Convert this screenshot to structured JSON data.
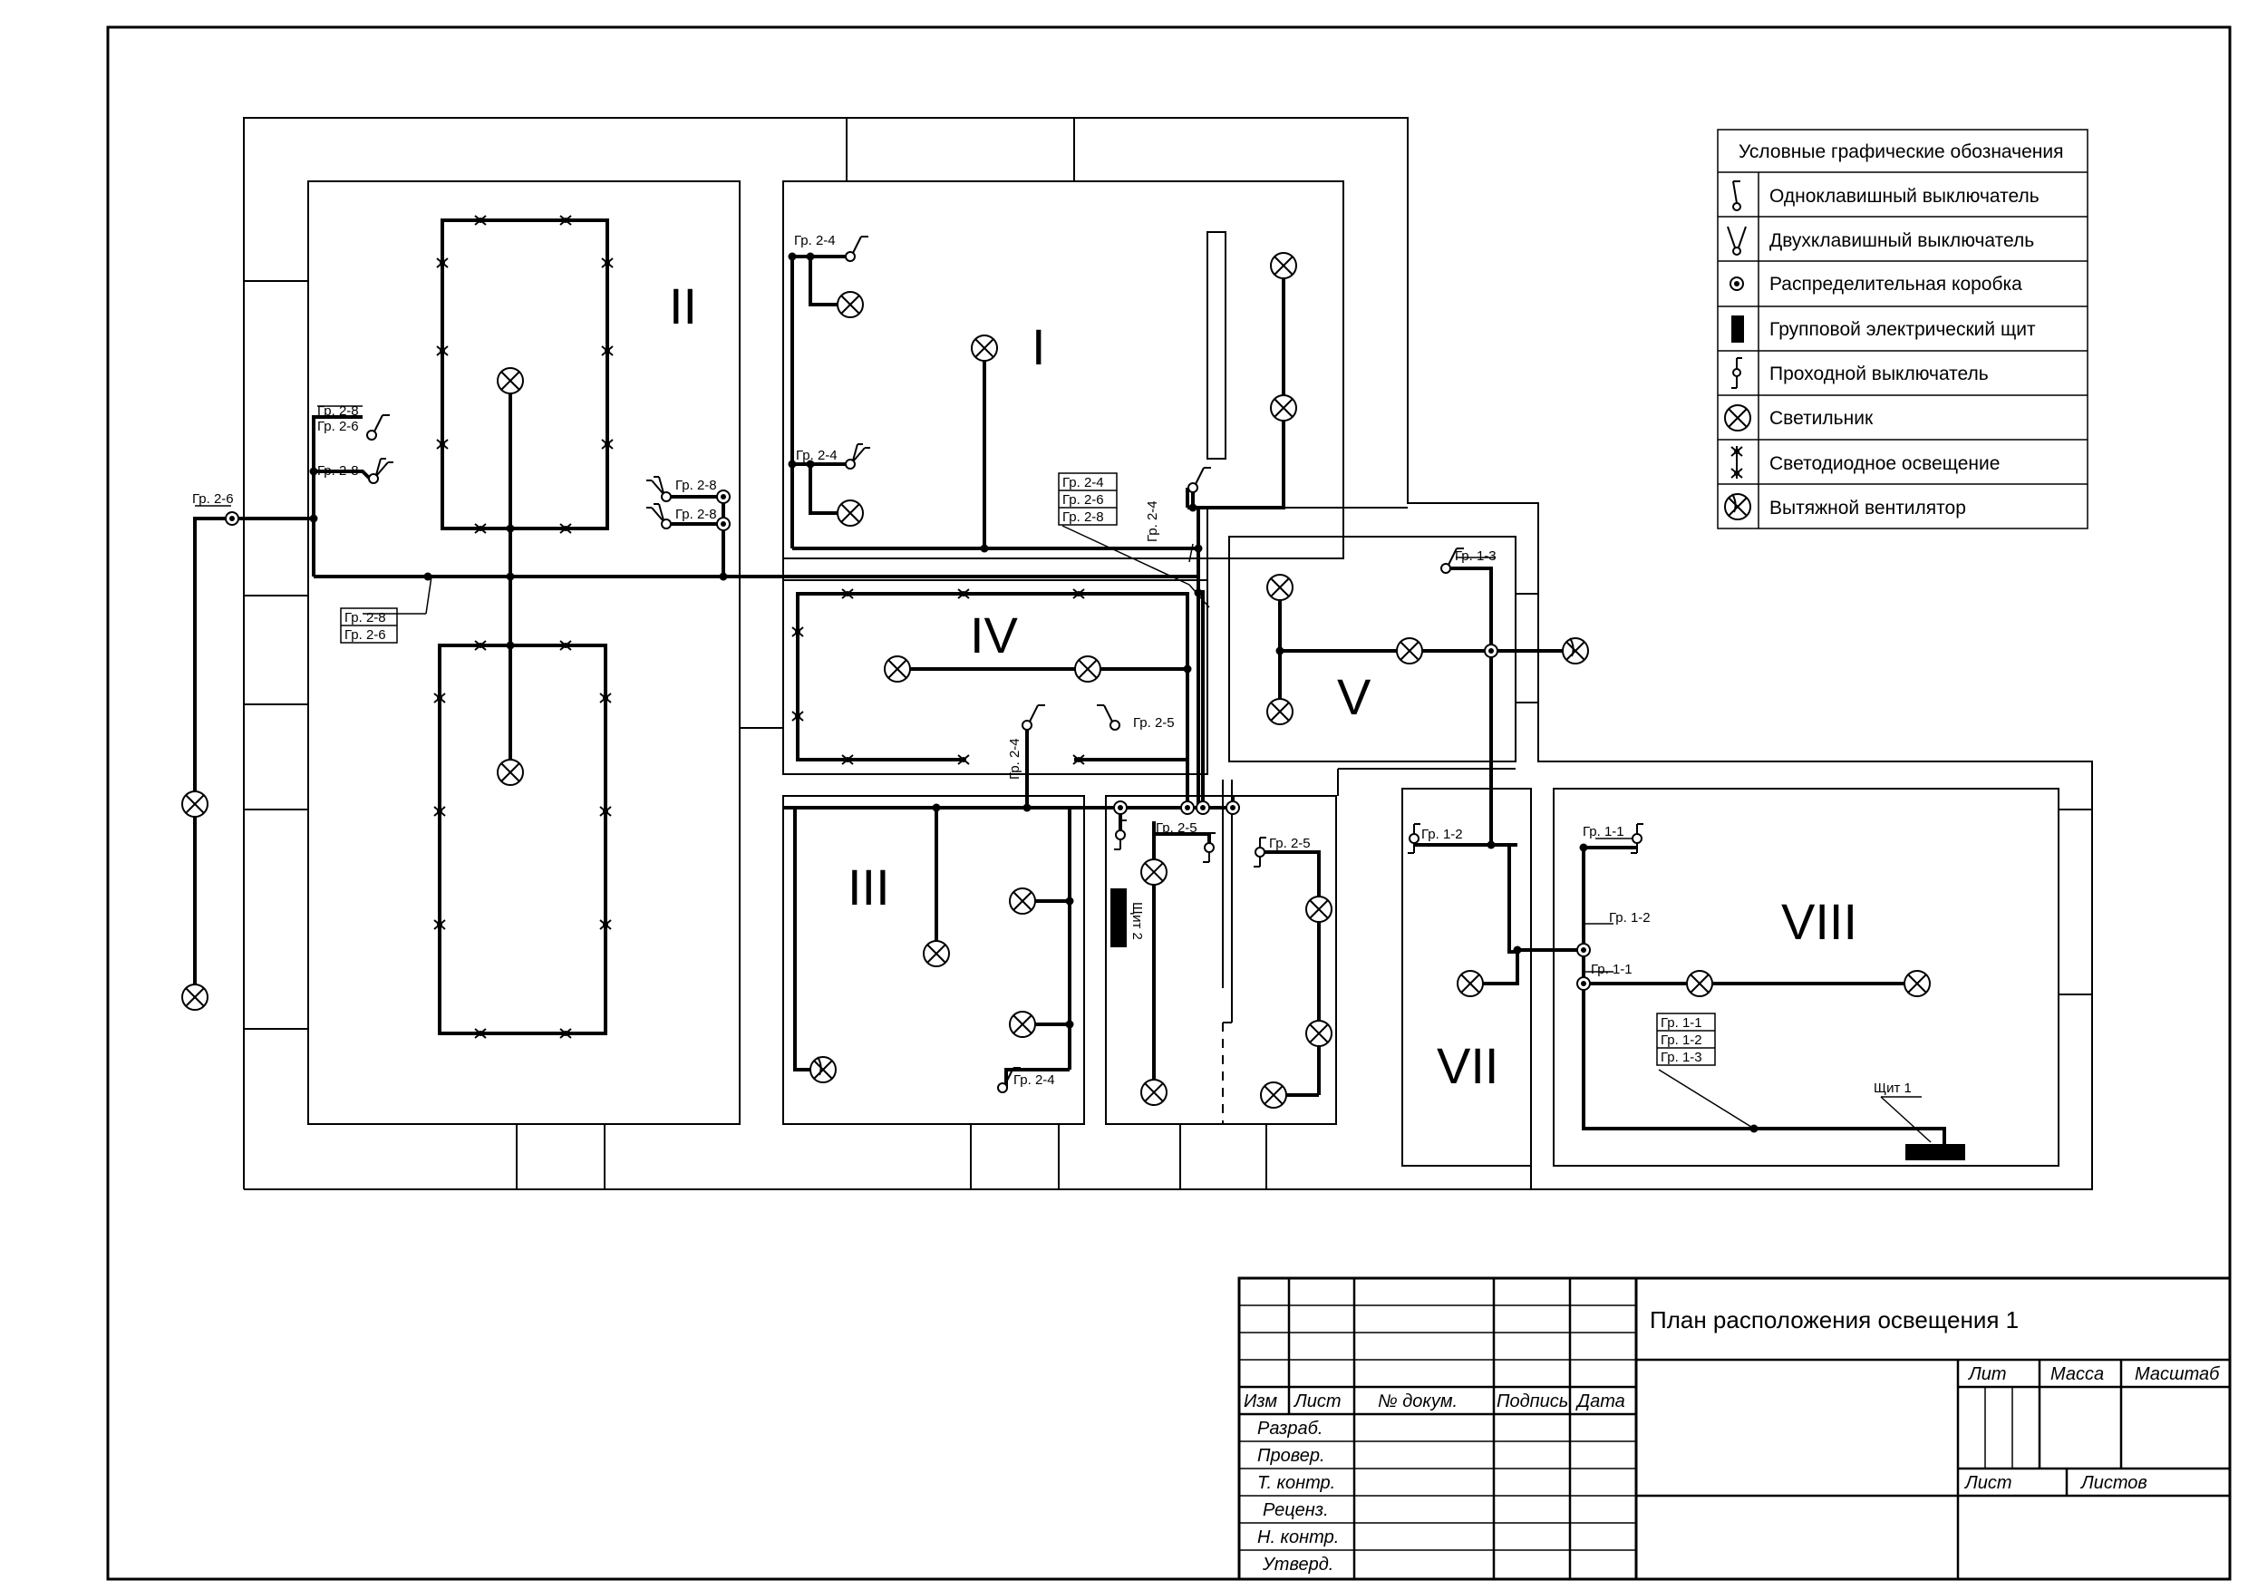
{
  "rooms": {
    "i": "I",
    "ii": "II",
    "iii": "III",
    "iv": "IV",
    "v": "V",
    "vii": "VII",
    "viii": "VIII"
  },
  "groups": {
    "g11": "Гр. 1-1",
    "g12": "Гр. 1-2",
    "g13": "Гр. 1-3",
    "g24": "Гр. 2-4",
    "g25": "Гр. 2-5",
    "g26": "Гр. 2-6",
    "g28": "Гр. 2-8"
  },
  "panels": {
    "shchit1": "Щит 1",
    "shchit2": "Щит 2"
  },
  "legend": {
    "title": "Условные графические обозначения",
    "items": [
      {
        "icon": "single-switch-icon",
        "label": "Одноклавишный выключатель"
      },
      {
        "icon": "double-switch-icon",
        "label": "Двухклавишный выключатель"
      },
      {
        "icon": "junction-box-icon",
        "label": "Распределительная коробка"
      },
      {
        "icon": "panel-icon",
        "label": "Групповой электрический щит"
      },
      {
        "icon": "pass-switch-icon",
        "label": "Проходной выключатель"
      },
      {
        "icon": "lamp-icon",
        "label": "Светильник"
      },
      {
        "icon": "led-icon",
        "label": "Светодиодное освещение"
      },
      {
        "icon": "fan-icon",
        "label": "Вытяжной вентилятор"
      }
    ]
  },
  "titleblock": {
    "title": "План расположения освещения 1",
    "cols": {
      "izm": "Изм",
      "list": "Лист",
      "doc": "№ докум.",
      "sign": "Подпись",
      "date": "Дата"
    },
    "rows": [
      "Разраб.",
      "Провер.",
      "Т. контр.",
      "Реценз.",
      "Н. контр.",
      "Утверд."
    ],
    "lit": "Лит",
    "mass": "Масса",
    "scale": "Масштаб",
    "sheet": "Лист",
    "sheets": "Листов"
  },
  "colors": {
    "ink": "#000000",
    "paper": "#ffffff"
  }
}
